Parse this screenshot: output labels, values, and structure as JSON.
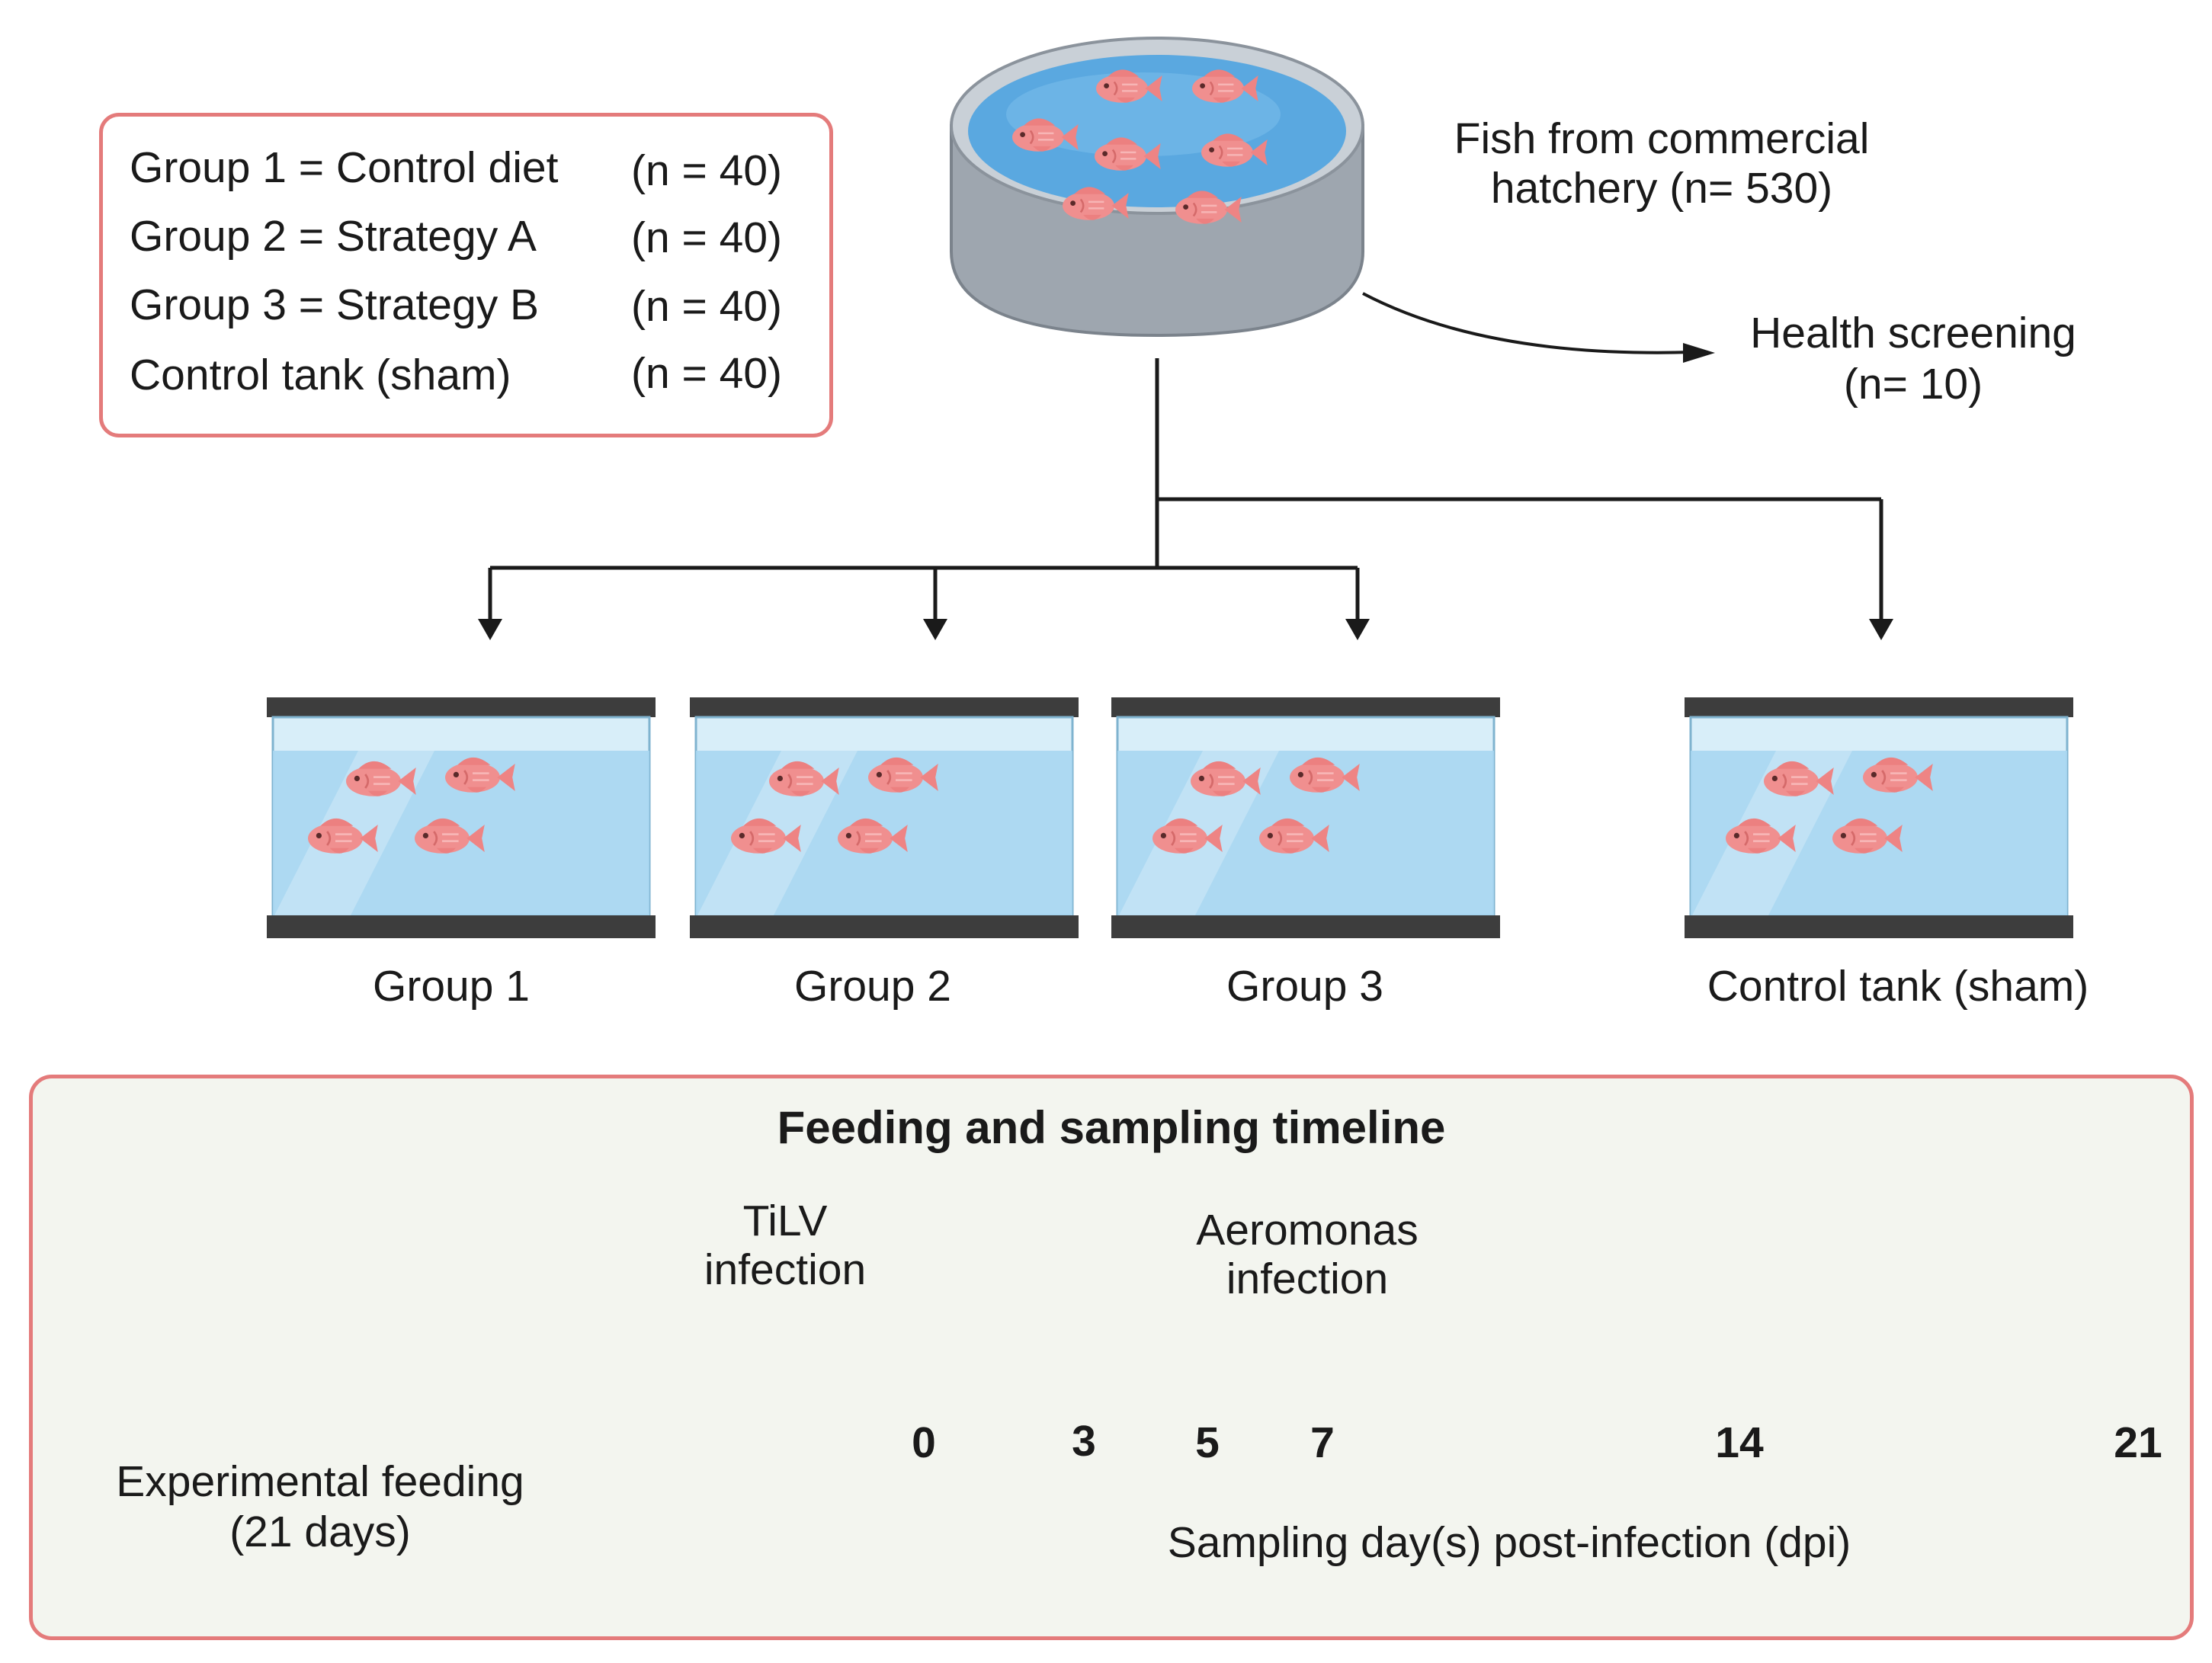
{
  "groups_legend": {
    "rows": [
      {
        "label": "Group 1 = Control diet",
        "n": "(n = 40)"
      },
      {
        "label": "Group 2 = Strategy A",
        "n": "(n = 40)"
      },
      {
        "label": "Group 3 = Strategy B",
        "n": "(n = 40)"
      },
      {
        "label": "Control tank (sham)",
        "n": "(n = 40)"
      }
    ]
  },
  "source": {
    "line1": "Fish from commercial",
    "line2": "hatchery (n= 530)"
  },
  "screening": {
    "line1": "Health screening",
    "line2": "(n= 10)"
  },
  "tanks": [
    {
      "label": "Group 1"
    },
    {
      "label": "Group 2"
    },
    {
      "label": "Group 3"
    },
    {
      "label": "Control tank (sham)"
    }
  ],
  "timeline": {
    "title": "Feeding and sampling timeline",
    "tilv_line1": "TiLV",
    "tilv_line2": "infection",
    "aero_line1": "Aeromonas",
    "aero_line2": "infection",
    "ticks": [
      "0",
      "3",
      "5",
      "7",
      "14",
      "21"
    ],
    "feeding_line1": "Experimental feeding",
    "feeding_line2": "(21 days)",
    "sampling_label": "Sampling day(s) post-infection (dpi)"
  },
  "colors": {
    "box_border": "#e47b7b",
    "timeline_bg": "#f3f5ef",
    "water": "#8fc9ec",
    "fish": "#f08f8f",
    "tilv_marker": "#d42020",
    "aero_marker": "#9a6a3a",
    "feed": "#6b3f22"
  }
}
